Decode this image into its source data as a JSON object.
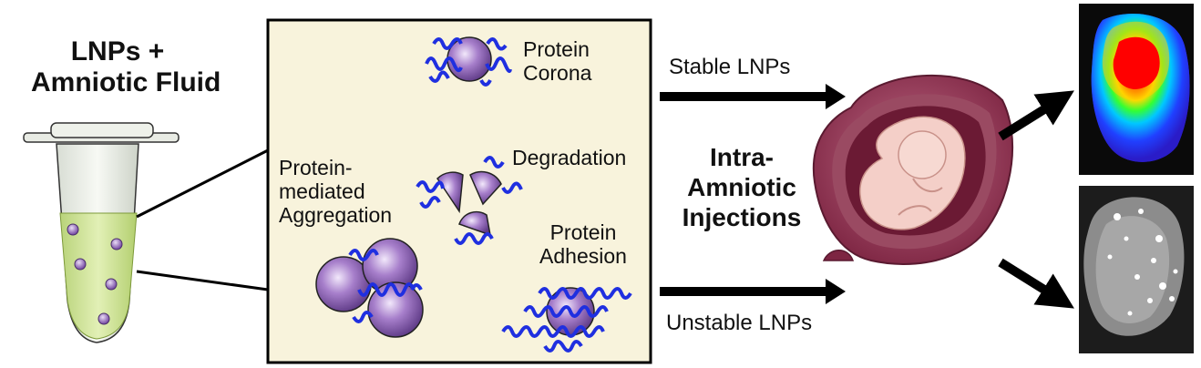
{
  "left_title": [
    "LNPs +",
    "Amniotic Fluid"
  ],
  "box_labels": {
    "protein_corona": [
      "Protein",
      "Corona"
    ],
    "degradation": "Degradation",
    "aggregation": [
      "Protein-",
      "mediated",
      "Aggregation"
    ],
    "adhesion": [
      "Protein",
      "Adhesion"
    ]
  },
  "arrows": {
    "stable": "Stable LNPs",
    "unstable": "Unstable LNPs"
  },
  "center_label": [
    "Intra-",
    "Amniotic",
    "Injections"
  ],
  "colors": {
    "box_fill": "#f8f3dc",
    "lnp_purple": "#8b5fb0",
    "protein_blue": "#1f2fe0",
    "uterus": "#8b2c4c",
    "fetus": "#f4cfc8"
  }
}
